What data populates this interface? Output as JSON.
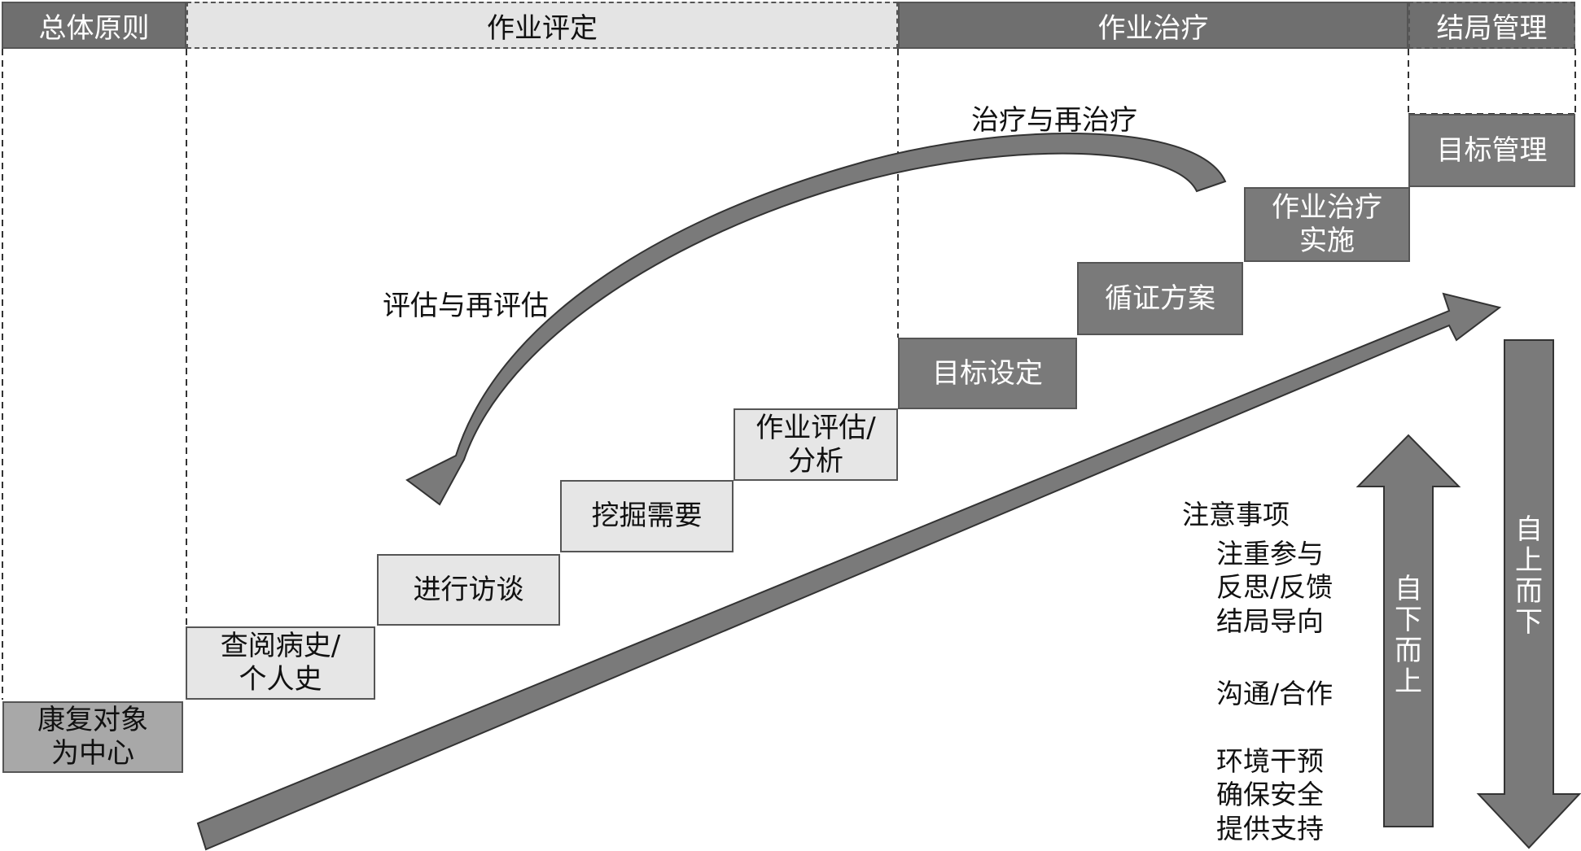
{
  "headers": {
    "principle": "总体原则",
    "evaluation": "作业评定",
    "treatment": "作业治疗",
    "outcome": "结局管理"
  },
  "steps": {
    "client_centered": "康复对象\n为中心",
    "review_history": "查阅病史/\n个人史",
    "interview": "进行访谈",
    "explore_needs": "挖掘需要",
    "occupational_assessment": "作业评估/\n分析",
    "goal_setting": "目标设定",
    "evidence_plan": "循证方案",
    "ot_implementation": "作业治疗\n实施",
    "goal_management": "目标管理"
  },
  "labels": {
    "treat_retreat": "治疗与再治疗",
    "assess_reassess": "评估与再评估"
  },
  "notes": {
    "title": "注意事项",
    "group1": [
      "注重参与",
      "反思/反馈",
      "结局导向"
    ],
    "group2": [
      "沟通/合作"
    ],
    "group3": [
      "环境干预",
      "确保安全",
      "提供支持"
    ]
  },
  "vertical_arrows": {
    "bottom_up": "自下而上",
    "top_down": "自上而下"
  },
  "colors": {
    "dark_gray": "#7a7a7a",
    "light_gray": "#e6e6e6",
    "mid_gray": "#a8a8a8",
    "border": "#555555"
  }
}
